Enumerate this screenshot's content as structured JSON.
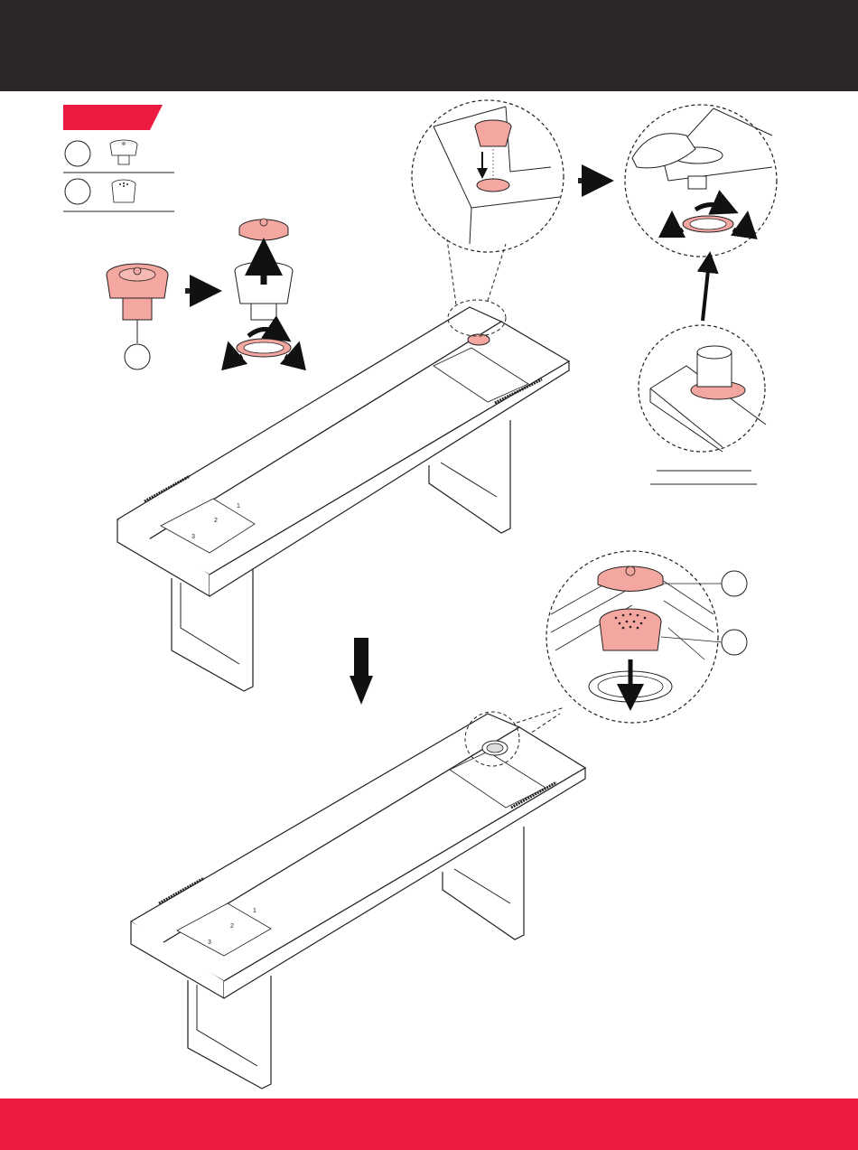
{
  "page": {
    "header_color": "#2b2729",
    "footer_color": "#ec1b40",
    "accent_color": "#f4a7a0"
  },
  "parts_list": {
    "items": [
      {
        "label": "",
        "icon": "drain-strainer-assembly-icon"
      },
      {
        "label": "",
        "icon": "strainer-basket-icon"
      }
    ]
  },
  "callouts": {
    "strainer": "",
    "lid": "",
    "basket": ""
  },
  "lane_markings": [
    "1",
    "2",
    "3"
  ]
}
